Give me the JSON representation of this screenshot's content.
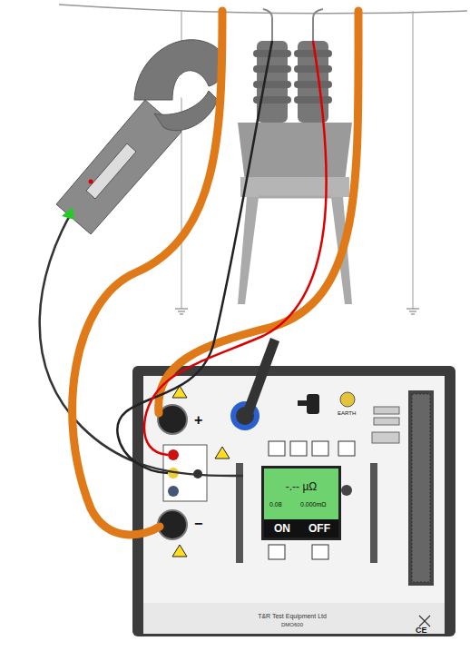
{
  "diagram": {
    "nodes": [
      {
        "text": [
          "T&R Test Equipment Ltd",
          "DMO600"
        ]
      },
      {
        "text": [
          "-.-- µΩ",
          "0.08",
          "0.000mΩ"
        ],
        "in": 0
      },
      {
        "text": [
          "ON"
        ],
        "in": 1
      },
      {
        "text": [
          "OFF"
        ],
        "in": 1
      }
    ],
    "labels": [
      "+",
      "−",
      "EARTH",
      "CE"
    ]
  }
}
